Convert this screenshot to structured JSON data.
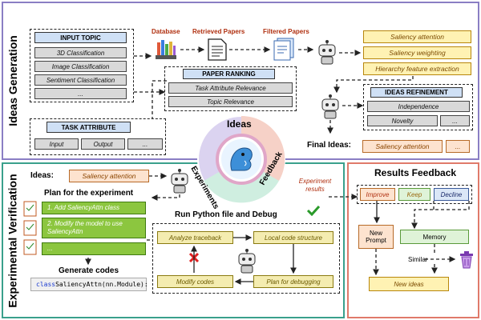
{
  "section_ideas": "Ideas Generation",
  "section_experimental": "Experimental Verification",
  "input_topic": {
    "title": "INPUT TOPIC",
    "items": [
      "3D Classification",
      "Image Classification",
      "Sentiment Classification",
      "..."
    ]
  },
  "task_attribute": {
    "title": "TASK ATTRIBUTE",
    "items": [
      "Input",
      "Output",
      "..."
    ]
  },
  "sources": {
    "database": "Database",
    "retrieved": "Retrieved Papers",
    "filtered": "Filtered Papers"
  },
  "paper_ranking": {
    "title": "PAPER RANKING",
    "items": [
      "Task Attribute Relevance",
      "Topic Relevance"
    ]
  },
  "generated_ideas": [
    "Saliency attention",
    "Saliency weighting",
    "Hierarchy feature extraction"
  ],
  "ideas_refinement": {
    "title": "IDEAS REFINEMENT",
    "items": [
      "Independence",
      "Novelty",
      "..."
    ]
  },
  "final_ideas": {
    "label": "Final Ideas:",
    "items": [
      "Saliency attention",
      "..."
    ]
  },
  "center_logo": {
    "ideas": "Ideas",
    "experiments": "Experiments",
    "feedback": "Feedback"
  },
  "experiment": {
    "ideas_label": "Ideas:",
    "idea": "Saliency attention",
    "plan_title": "Plan for the experiment",
    "steps": [
      "1. Add SaliencyAttn class",
      "2. Modify the model to use SaliencyAttn",
      "..."
    ],
    "generate_codes": "Generate codes",
    "code_keyword": "class",
    "code_rest": " SaliencyAttn(nn.Module):"
  },
  "debug": {
    "title": "Run Python file and Debug",
    "results_label": "Experiment results",
    "boxes": [
      "Analyze traceback",
      "Local code structure",
      "Modify codes",
      "Plan for debugging"
    ]
  },
  "results_feedback": {
    "title": "Results Feedback",
    "improve": "Improve",
    "keep": "Keep",
    "decline": "Decline",
    "new_prompt": "New Prompt",
    "memory": "Memory",
    "similar": "Similar",
    "new_ideas": "New ideas"
  }
}
